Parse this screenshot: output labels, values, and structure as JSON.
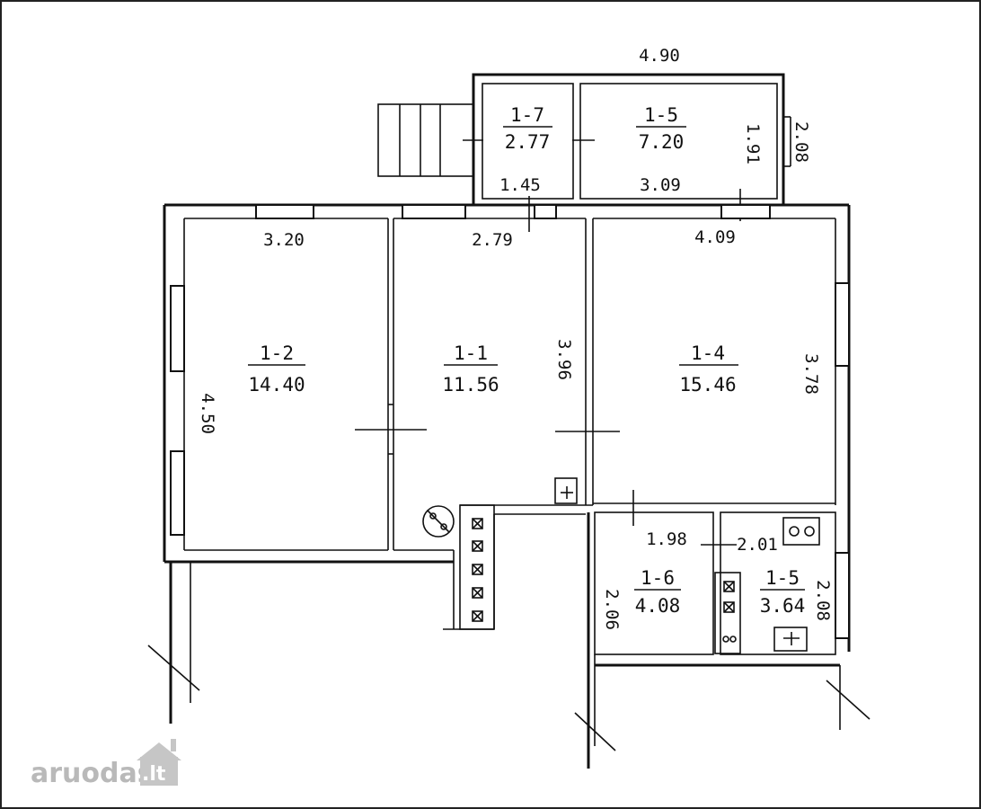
{
  "rooms": [
    {
      "id": "1-7",
      "area": "2.77"
    },
    {
      "id": "1-5",
      "area": "7.20"
    },
    {
      "id": "1-2",
      "area": "14.40"
    },
    {
      "id": "1-1",
      "area": "11.56"
    },
    {
      "id": "1-4",
      "area": "15.46"
    },
    {
      "id": "1-6",
      "area": "4.08"
    },
    {
      "id": "1-5",
      "area": "3.64"
    }
  ],
  "dimensions": {
    "top_total": "4.90",
    "r17_width": "1.45",
    "r15_width": "3.09",
    "r15_depth": "1.91",
    "r15_outer": "2.08",
    "r12_width": "3.20",
    "r12_depth": "4.50",
    "r11_width": "2.79",
    "r11_depth": "3.96",
    "r14_width": "4.09",
    "r14_depth": "3.78",
    "r16_width": "1.98",
    "r16_depth": "2.06",
    "r15b_width": "2.01",
    "r15b_depth": "2.08"
  },
  "watermark": {
    "brand": "aruodas",
    "tld": ".lt"
  }
}
